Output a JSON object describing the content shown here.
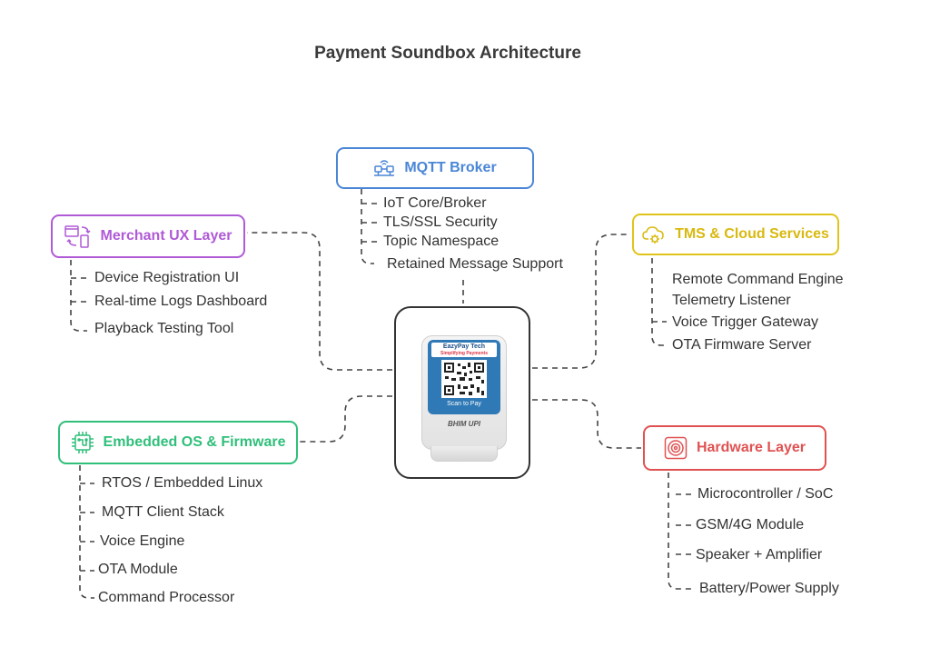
{
  "title": "Payment Soundbox Architecture",
  "colors": {
    "mqtt": "#4a86d6",
    "merchant": "#b05ad6",
    "tms": "#e0c41a",
    "embedded": "#2fbf7a",
    "hardware": "#e05252",
    "connector": "#444444"
  },
  "device": {
    "brand": "EazyPay Tech",
    "tagline": "Simplifying Payments",
    "scan": "Scan to Pay",
    "upi": "BHIM UPI"
  },
  "nodes": {
    "mqtt": {
      "label": "MQTT Broker",
      "icon": "network-icon",
      "items": [
        "IoT Core/Broker",
        "TLS/SSL Security",
        "Topic Namespace",
        "Retained Message Support"
      ]
    },
    "merchant": {
      "label": "Merchant UX Layer",
      "icon": "devices-sync-icon",
      "items": [
        "Device Registration UI",
        "Real-time Logs Dashboard",
        "Playback Testing Tool"
      ]
    },
    "tms": {
      "label": "TMS & Cloud Services",
      "icon": "cloud-gear-icon",
      "items": [
        "Remote Command Engine",
        "Telemetry Listener",
        "Voice Trigger Gateway",
        "OTA Firmware Server"
      ]
    },
    "embedded": {
      "label": "Embedded OS & Firmware",
      "icon": "chip-icon",
      "items": [
        "RTOS / Embedded Linux",
        "MQTT Client Stack",
        "Voice Engine",
        "OTA Module",
        "Command Processor"
      ]
    },
    "hardware": {
      "label": "Hardware Layer",
      "icon": "speaker-icon",
      "items": [
        "Microcontroller / SoC",
        "GSM/4G Module",
        "Speaker + Amplifier",
        "Battery/Power Supply"
      ]
    }
  }
}
